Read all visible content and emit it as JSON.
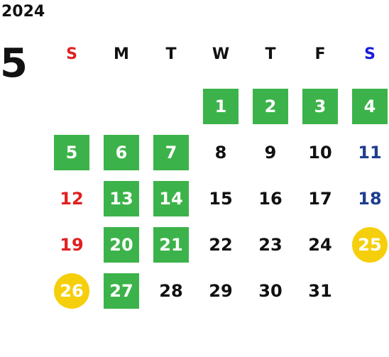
{
  "calendar": {
    "year": "2024",
    "month": "5",
    "weekdays": [
      "S",
      "M",
      "T",
      "W",
      "T",
      "F",
      "S"
    ],
    "weekday_colors": [
      "#e02020",
      "#111111",
      "#111111",
      "#111111",
      "#111111",
      "#111111",
      "#1a1adc"
    ],
    "start_weekday_index": 3,
    "days": [
      {
        "day": "1",
        "mark": "green"
      },
      {
        "day": "2",
        "mark": "green"
      },
      {
        "day": "3",
        "mark": "green"
      },
      {
        "day": "4",
        "mark": "green"
      },
      {
        "day": "5",
        "mark": "green"
      },
      {
        "day": "6",
        "mark": "green"
      },
      {
        "day": "7",
        "mark": "green"
      },
      {
        "day": "8",
        "mark": "none"
      },
      {
        "day": "9",
        "mark": "none"
      },
      {
        "day": "10",
        "mark": "none"
      },
      {
        "day": "11",
        "mark": "none",
        "color": "#1f3e8f"
      },
      {
        "day": "12",
        "mark": "none",
        "color": "#e02020"
      },
      {
        "day": "13",
        "mark": "green"
      },
      {
        "day": "14",
        "mark": "green"
      },
      {
        "day": "15",
        "mark": "none"
      },
      {
        "day": "16",
        "mark": "none"
      },
      {
        "day": "17",
        "mark": "none"
      },
      {
        "day": "18",
        "mark": "none",
        "color": "#1f3e8f"
      },
      {
        "day": "19",
        "mark": "none",
        "color": "#e02020"
      },
      {
        "day": "20",
        "mark": "green"
      },
      {
        "day": "21",
        "mark": "green"
      },
      {
        "day": "22",
        "mark": "none"
      },
      {
        "day": "23",
        "mark": "none"
      },
      {
        "day": "24",
        "mark": "none"
      },
      {
        "day": "25",
        "mark": "yellow"
      },
      {
        "day": "26",
        "mark": "yellow"
      },
      {
        "day": "27",
        "mark": "green"
      },
      {
        "day": "28",
        "mark": "none"
      },
      {
        "day": "29",
        "mark": "none"
      },
      {
        "day": "30",
        "mark": "none"
      },
      {
        "day": "31",
        "mark": "none"
      }
    ],
    "colors": {
      "green_highlight": "#3cb34a",
      "yellow_highlight": "#f6cf0c",
      "default_text": "#111111"
    }
  }
}
